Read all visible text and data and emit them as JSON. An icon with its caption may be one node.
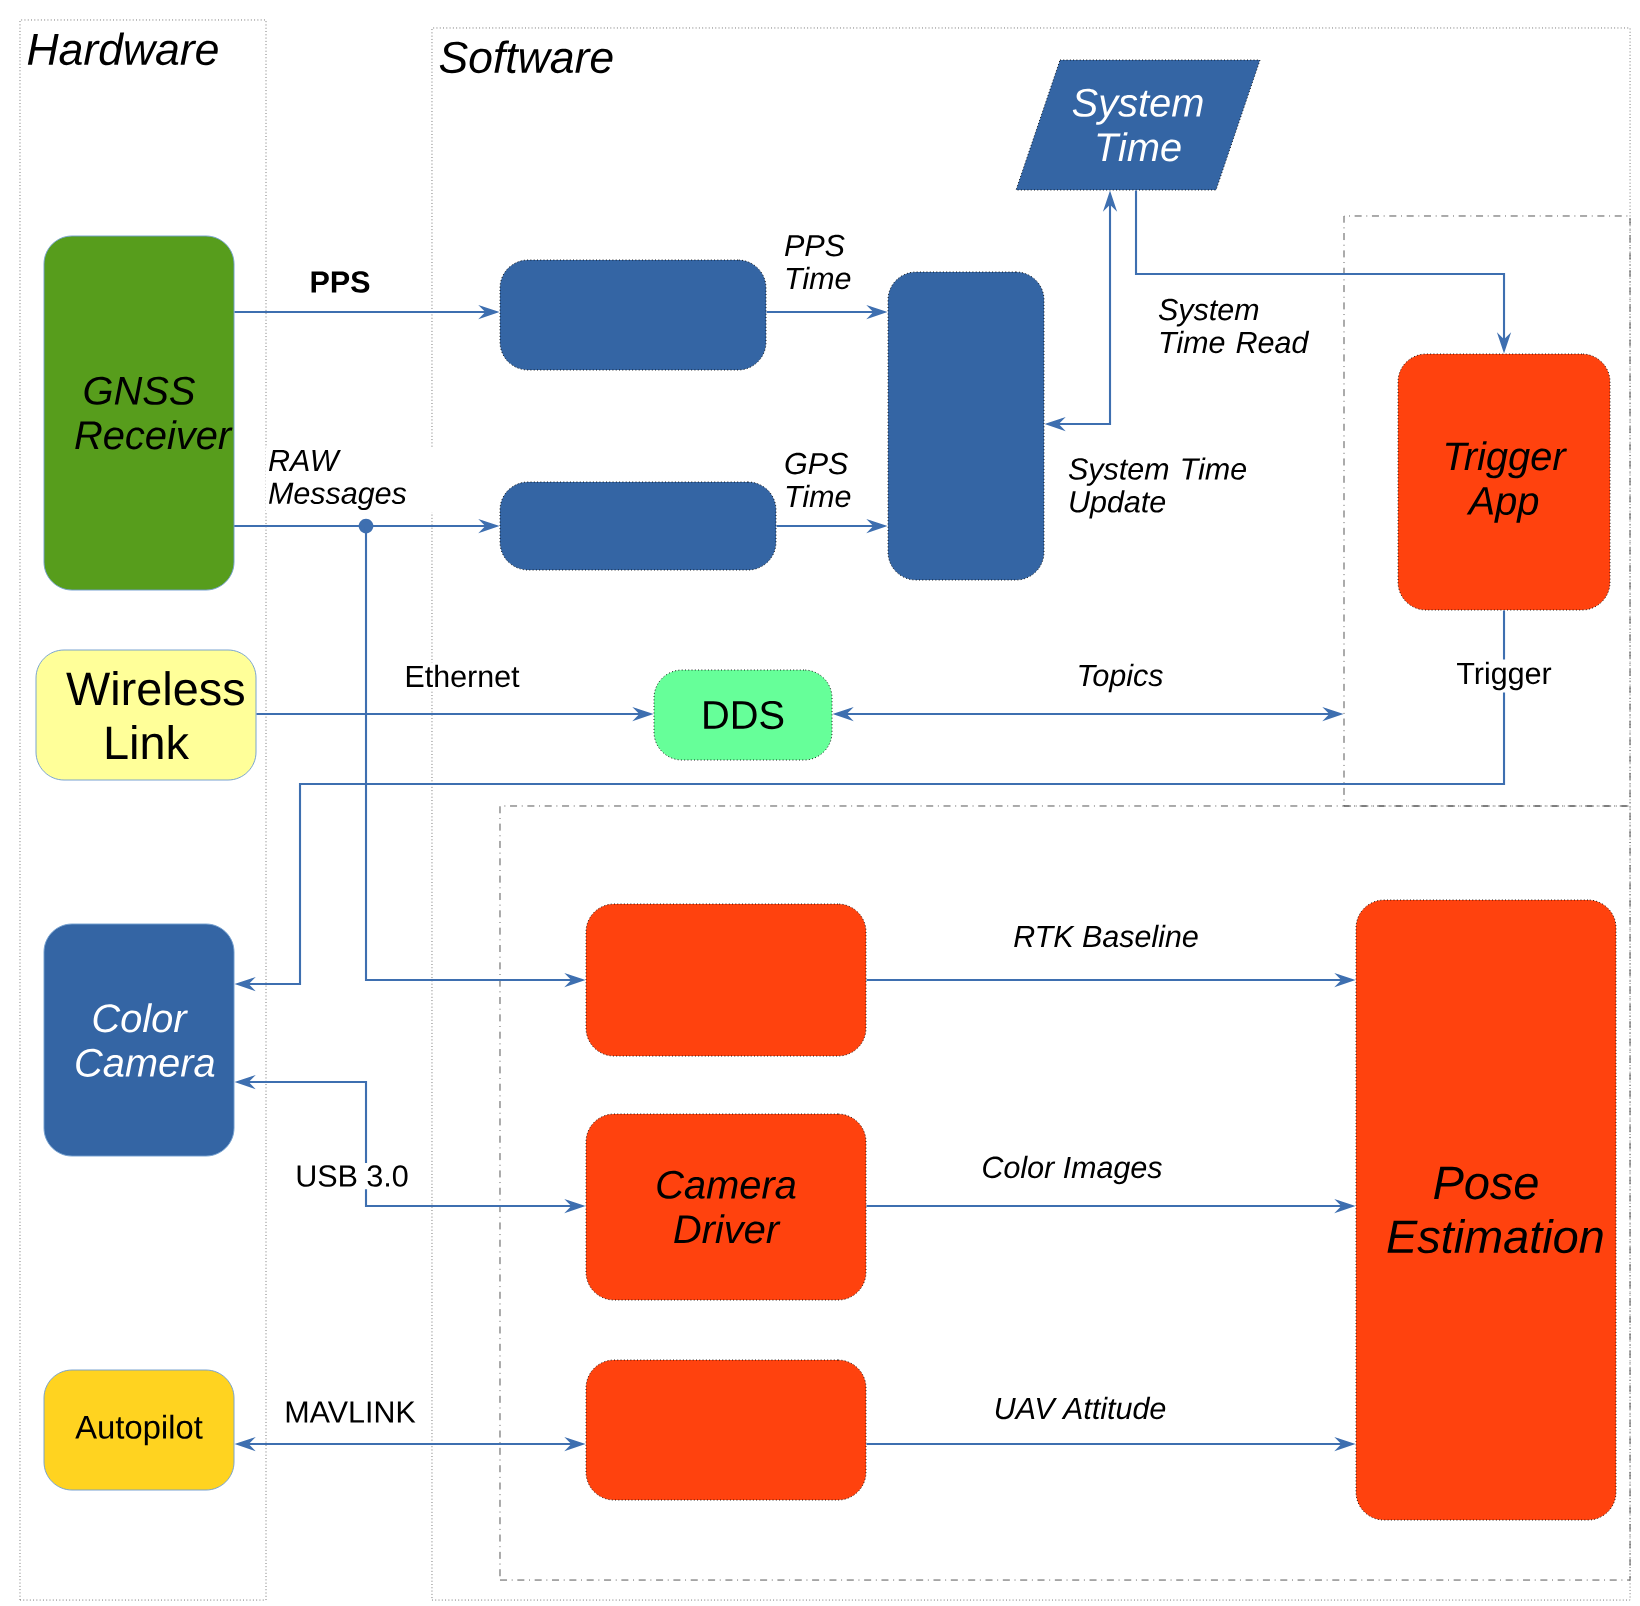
{
  "diagram": {
    "nodes": [
      {
        "text": [
          "Hardware"
        ]
      },
      {
        "text": [
          "Software"
        ]
      },
      {
        "text": [],
        "shape": "box",
        "in": 1
      },
      {
        "text": [
          "GNSS Receiver"
        ],
        "in": 0
      },
      {
        "text": [
          "Wireless Link"
        ],
        "in": 0
      },
      {
        "text": [
          "Color Camera"
        ],
        "in": 0
      },
      {
        "text": [
          "Autopilot"
        ],
        "in": 0
      },
      {
        "text": [],
        "shape": "box",
        "in": 1
      },
      {
        "text": [],
        "shape": "box",
        "in": 1
      },
      {
        "text": [],
        "shape": "box",
        "in": 1
      },
      {
        "text": [
          "System Time"
        ],
        "in": 1
      },
      {
        "text": [
          "DDS"
        ],
        "in": 1
      },
      {
        "text": [
          "Trigger App"
        ],
        "in": 2
      },
      {
        "text": [],
        "shape": "box",
        "in": 1
      },
      {
        "text": [],
        "shape": "box",
        "in": 13
      },
      {
        "text": [
          "Camera Driver"
        ],
        "in": 13
      },
      {
        "text": [],
        "shape": "box",
        "in": 13
      },
      {
        "text": [
          "Pose Estimation"
        ],
        "in": 13
      }
    ],
    "edges": [
      {
        "from": 3,
        "to": 7,
        "arrow": "to",
        "label": "PPS"
      },
      {
        "from": 3,
        "to": 8,
        "arrow": "to",
        "label": "RAW Messages"
      },
      {
        "from": 7,
        "to": 9,
        "arrow": "to",
        "label": "PPS Time"
      },
      {
        "from": 8,
        "to": 9,
        "arrow": "to",
        "label": "GPS Time"
      },
      {
        "from": 9,
        "to": 10,
        "arrow": "both",
        "label": "System Time Update"
      },
      {
        "from": 10,
        "to": 12,
        "arrow": "to",
        "label": "System Time Read"
      },
      {
        "from": 4,
        "to": 11,
        "arrow": "to",
        "label": "Ethernet"
      },
      {
        "from": 11,
        "to": 2,
        "arrow": "both",
        "label": "Topics"
      },
      {
        "from": 12,
        "to": 5,
        "arrow": "to",
        "label": "Trigger"
      },
      {
        "from": 3,
        "to": 14,
        "arrow": "to"
      },
      {
        "from": 15,
        "to": 5,
        "arrow": "both",
        "label": "USB 3.0"
      },
      {
        "from": 6,
        "to": 16,
        "arrow": "both",
        "label": "MAVLINK"
      },
      {
        "from": 14,
        "to": 17,
        "arrow": "to",
        "label": "RTK Baseline"
      },
      {
        "from": 15,
        "to": 17,
        "arrow": "to",
        "label": "Color Images"
      },
      {
        "from": 16,
        "to": 17,
        "arrow": "to",
        "label": "UAV Attitude"
      }
    ]
  }
}
